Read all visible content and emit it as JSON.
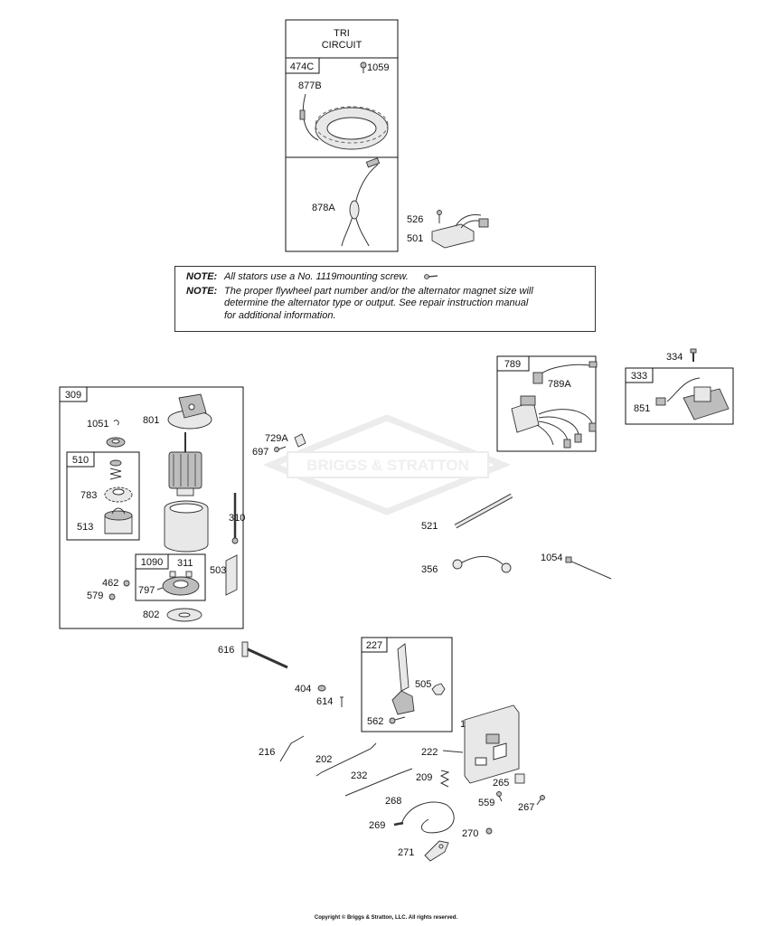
{
  "tri_circuit_title": [
    "TRI",
    "CIRCUIT"
  ],
  "watermark": "BRIGGS & STRATTON",
  "notes": [
    {
      "label": "NOTE:",
      "lines": [
        "All stators use a No. 1119mounting screw."
      ]
    },
    {
      "label": "NOTE:",
      "lines": [
        "The proper flywheel part number and/or the alternator magnet size will",
        "determine the alternator type or output. See repair instruction manual",
        "for additional information."
      ]
    }
  ],
  "copyright": "Copyright © Briggs & Stratton, LLC. All rights reserved.",
  "group_labels": {
    "g474c": "474C",
    "g309": "309",
    "g510": "510",
    "g1090": "1090",
    "g789": "789",
    "g333": "333",
    "g227": "227"
  },
  "part_labels": {
    "p1059": "1059",
    "p877b": "877B",
    "p878a": "878A",
    "p526": "526",
    "p501": "501",
    "p334": "334",
    "p789a": "789A",
    "p851": "851",
    "p1051": "1051",
    "p801": "801",
    "p783": "783",
    "p513": "513",
    "p310": "310",
    "p311": "311",
    "p797": "797",
    "p503": "503",
    "p462": "462",
    "p579": "579",
    "p802": "802",
    "p729a": "729A",
    "p697": "697",
    "p521": "521",
    "p356": "356",
    "p1054": "1054",
    "p616": "616",
    "p404": "404",
    "p614": "614",
    "p505": "505",
    "p562": "562",
    "p188": "188",
    "p216": "216",
    "p202": "202",
    "p222": "222",
    "p232": "232",
    "p209": "209",
    "p265": "265",
    "p559": "559",
    "p267": "267",
    "p268": "268",
    "p269": "269",
    "p270": "270",
    "p271": "271"
  }
}
